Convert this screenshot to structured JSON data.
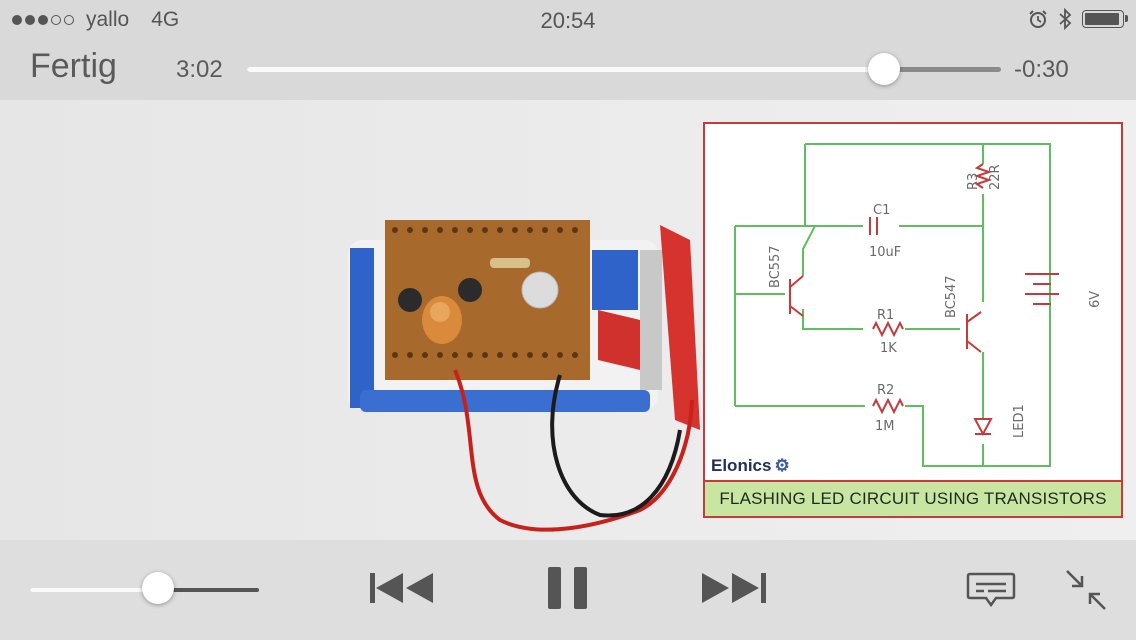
{
  "status_bar": {
    "signal_bars_filled": 3,
    "signal_bars_total": 5,
    "carrier": "yallo",
    "network": "4G",
    "time": "20:54",
    "alarm_icon": "alarm-clock-icon",
    "bluetooth_icon": "bluetooth-icon",
    "battery_level": 0.95
  },
  "player": {
    "done_label": "Fertig",
    "elapsed": "3:02",
    "remaining": "-0:30",
    "progress": 0.845,
    "volume": 0.56,
    "controls": [
      "previous-track-icon",
      "pause-icon",
      "next-track-icon",
      "subtitles-icon",
      "exit-fullscreen-icon"
    ]
  },
  "video": {
    "schematic": {
      "title": "FLASHING LED CIRCUIT USING TRANSISTORS",
      "brand": "Elonics",
      "labels": {
        "r3": "R3",
        "r3_val": "22R",
        "c1": "C1",
        "c1_val": "10uF",
        "q1": "BC557",
        "q2": "BC547",
        "r1": "R1",
        "r1_val": "1K",
        "r2": "R2",
        "r2_val": "1M",
        "led": "LED1",
        "bat": "6V"
      },
      "colors": {
        "wire": "#5fbf5f",
        "component": "#c53a3a",
        "title_bg": "#c8e6a2"
      }
    }
  }
}
